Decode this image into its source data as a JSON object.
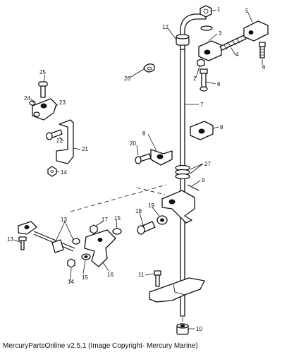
{
  "diagram": {
    "callouts": [
      "1",
      "2",
      "3",
      "4",
      "5",
      "6",
      "6",
      "7",
      "8",
      "8",
      "9",
      "10",
      "11",
      "12",
      "13",
      "13",
      "14",
      "14",
      "15",
      "15",
      "16",
      "17",
      "18",
      "19",
      "20",
      "21",
      "22",
      "23",
      "24",
      "25",
      "26",
      "27"
    ]
  },
  "footer": {
    "text": "MercuryPartsOnline v2.5.1 (Image Copyright- Mercury Marine)"
  }
}
